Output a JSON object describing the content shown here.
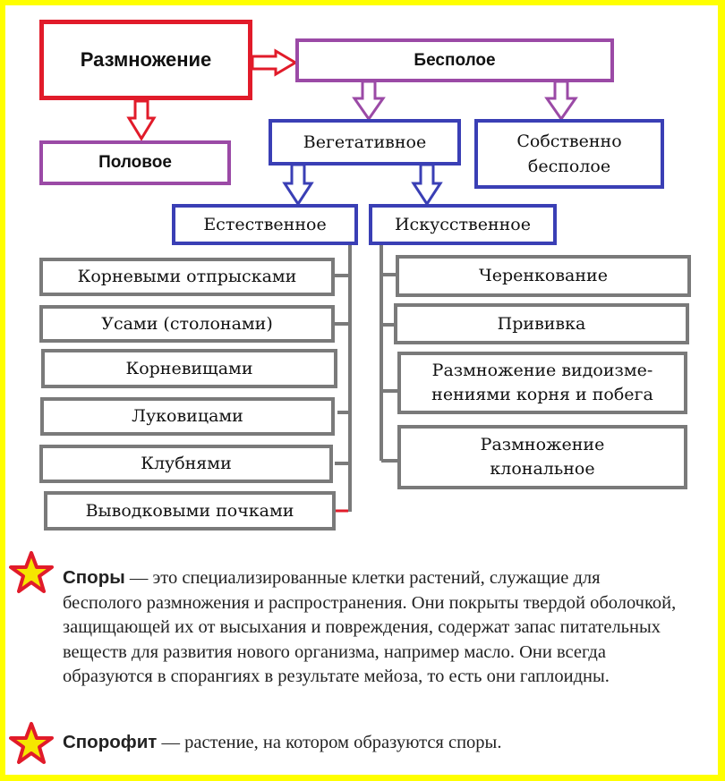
{
  "diagram": {
    "root": "Размножение",
    "sexual": "Половое",
    "asexual": "Бесполое",
    "vegetative": "Вегетативное",
    "proper_asexual": "Собственно бесполое",
    "natural": "Естественное",
    "artificial": "Искусственное",
    "natural_items": [
      "Корневыми отпрысками",
      "Усами (столонами)",
      "Корневищами",
      "Луковицами",
      "Клубнями",
      "Выводковыми почками"
    ],
    "artificial_items": [
      "Черенкование",
      "Прививка",
      "Размножение видоизме-\nнениями корня и побега",
      "Размножение клональное"
    ]
  },
  "colors": {
    "frame": "#ffff00",
    "root": "#e11b2a",
    "level1": "#9b4aa6",
    "level2": "#3a3fb5",
    "leaf": "#7a7a7a"
  },
  "notes": [
    {
      "term": "Споры",
      "text": " — это специализированные клетки растений, служащие для бесполого размножения и распространения. Они покрыты твердой оболочкой, защищающей их от высыхания и повреждения, содержат запас питательных веществ для развития нового организма, например масло. Они всегда образуются в спорангиях в результате мейоза, то есть они гаплоидны.",
      "icon": "star-icon"
    },
    {
      "term": "Спорофит",
      "text": " — растение, на котором образуются споры.",
      "icon": "star-icon"
    }
  ]
}
